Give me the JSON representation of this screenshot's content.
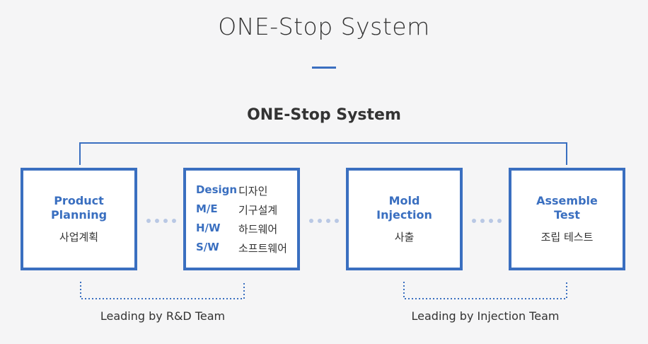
{
  "page_title": "ONE-Stop System",
  "diagram_title": "ONE-Stop System",
  "colors": {
    "accent": "#3a6fc0",
    "dots": "#b9c8e4",
    "background": "#f5f5f6"
  },
  "steps": [
    {
      "title_line1": "Product",
      "title_line2": "Planning",
      "subtitle": "사업계획"
    },
    {
      "design_rows": [
        {
          "key": "Design",
          "value": "디자인"
        },
        {
          "key": "M/E",
          "value": "기구설계"
        },
        {
          "key": "H/W",
          "value": "하드웨어"
        },
        {
          "key": "S/W",
          "value": "소프트웨어"
        }
      ]
    },
    {
      "title_line1": "Mold",
      "title_line2": "Injection",
      "subtitle": "사출"
    },
    {
      "title_line1": "Assemble",
      "title_line2": "Test",
      "subtitle": "조립 테스트"
    }
  ],
  "teams": {
    "rd": "Leading by R&D Team",
    "injection": "Leading by Injection Team"
  }
}
